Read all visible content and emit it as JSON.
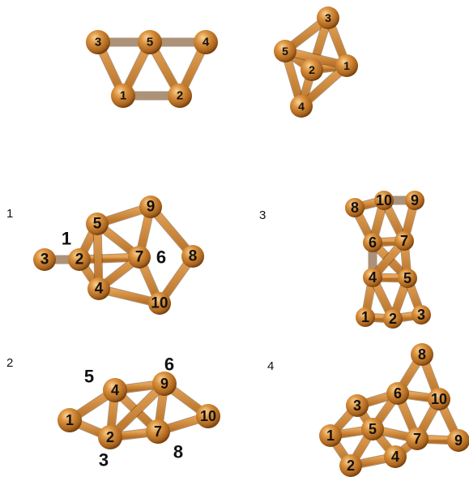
{
  "colors": {
    "atom_light": "#f6c27a",
    "atom_mid": "#cf8530",
    "atom_dark": "#7a4510",
    "bond": "#c8842f"
  },
  "panel_labels": [
    {
      "id": "p1",
      "text": "1"
    },
    {
      "id": "p3",
      "text": "3"
    },
    {
      "id": "p2",
      "text": "2"
    },
    {
      "id": "p4",
      "text": "4"
    }
  ],
  "clusters": [
    {
      "id": "top-left",
      "atoms": [
        {
          "label": "3"
        },
        {
          "label": "5"
        },
        {
          "label": "4"
        },
        {
          "label": "1"
        },
        {
          "label": "2"
        }
      ],
      "bonds": [
        [
          "3",
          "5"
        ],
        [
          "5",
          "4"
        ],
        [
          "3",
          "1"
        ],
        [
          "1",
          "5"
        ],
        [
          "5",
          "2"
        ],
        [
          "4",
          "2"
        ],
        [
          "1",
          "2"
        ]
      ]
    },
    {
      "id": "top-right",
      "atoms": [
        {
          "label": "3"
        },
        {
          "label": "5"
        },
        {
          "label": "2"
        },
        {
          "label": "1"
        },
        {
          "label": "4"
        }
      ],
      "bonds": [
        [
          "3",
          "5"
        ],
        [
          "3",
          "2"
        ],
        [
          "3",
          "1"
        ],
        [
          "5",
          "2"
        ],
        [
          "2",
          "1"
        ],
        [
          "5",
          "4"
        ],
        [
          "2",
          "4"
        ],
        [
          "1",
          "4"
        ],
        [
          "5",
          "1"
        ]
      ]
    },
    {
      "id": "cluster-1",
      "side_labels": [
        "1",
        "6"
      ],
      "atoms": [
        {
          "label": "3"
        },
        {
          "label": "2"
        },
        {
          "label": "5"
        },
        {
          "label": "4"
        },
        {
          "label": "7"
        },
        {
          "label": "9"
        },
        {
          "label": "8"
        },
        {
          "label": "10"
        }
      ],
      "bonds": [
        [
          "3",
          "2"
        ],
        [
          "2",
          "5"
        ],
        [
          "2",
          "4"
        ],
        [
          "2",
          "7"
        ],
        [
          "5",
          "4"
        ],
        [
          "5",
          "9"
        ],
        [
          "5",
          "7"
        ],
        [
          "4",
          "7"
        ],
        [
          "4",
          "10"
        ],
        [
          "7",
          "9"
        ],
        [
          "7",
          "10"
        ],
        [
          "9",
          "8"
        ],
        [
          "8",
          "10"
        ]
      ]
    },
    {
      "id": "cluster-3",
      "atoms": [
        {
          "label": "8"
        },
        {
          "label": "10"
        },
        {
          "label": "9"
        },
        {
          "label": "6"
        },
        {
          "label": "7"
        },
        {
          "label": "4"
        },
        {
          "label": "5"
        },
        {
          "label": "1"
        },
        {
          "label": "2"
        },
        {
          "label": "3"
        }
      ],
      "bonds": [
        [
          "8",
          "10"
        ],
        [
          "10",
          "9"
        ],
        [
          "8",
          "6"
        ],
        [
          "10",
          "6"
        ],
        [
          "10",
          "7"
        ],
        [
          "9",
          "7"
        ],
        [
          "6",
          "7"
        ],
        [
          "6",
          "4"
        ],
        [
          "6",
          "5"
        ],
        [
          "7",
          "4"
        ],
        [
          "7",
          "5"
        ],
        [
          "4",
          "5"
        ],
        [
          "4",
          "1"
        ],
        [
          "4",
          "2"
        ],
        [
          "5",
          "2"
        ],
        [
          "5",
          "3"
        ],
        [
          "1",
          "2"
        ],
        [
          "2",
          "3"
        ]
      ]
    },
    {
      "id": "cluster-2",
      "side_labels": [
        "5",
        "6",
        "3",
        "8"
      ],
      "atoms": [
        {
          "label": "1"
        },
        {
          "label": "4"
        },
        {
          "label": "9"
        },
        {
          "label": "2"
        },
        {
          "label": "7"
        },
        {
          "label": "10"
        }
      ],
      "bonds": [
        [
          "1",
          "4"
        ],
        [
          "1",
          "2"
        ],
        [
          "4",
          "9"
        ],
        [
          "4",
          "2"
        ],
        [
          "4",
          "7"
        ],
        [
          "9",
          "2"
        ],
        [
          "9",
          "7"
        ],
        [
          "9",
          "10"
        ],
        [
          "2",
          "7"
        ],
        [
          "7",
          "10"
        ]
      ]
    },
    {
      "id": "cluster-4",
      "atoms": [
        {
          "label": "8"
        },
        {
          "label": "6"
        },
        {
          "label": "10"
        },
        {
          "label": "3"
        },
        {
          "label": "1"
        },
        {
          "label": "5"
        },
        {
          "label": "7"
        },
        {
          "label": "9"
        },
        {
          "label": "2"
        },
        {
          "label": "4"
        }
      ],
      "bonds": [
        [
          "8",
          "6"
        ],
        [
          "8",
          "10"
        ],
        [
          "6",
          "10"
        ],
        [
          "6",
          "3"
        ],
        [
          "6",
          "5"
        ],
        [
          "6",
          "7"
        ],
        [
          "3",
          "1"
        ],
        [
          "3",
          "5"
        ],
        [
          "1",
          "5"
        ],
        [
          "1",
          "2"
        ],
        [
          "5",
          "2"
        ],
        [
          "5",
          "4"
        ],
        [
          "5",
          "7"
        ],
        [
          "2",
          "4"
        ],
        [
          "4",
          "7"
        ],
        [
          "7",
          "10"
        ],
        [
          "7",
          "9"
        ],
        [
          "10",
          "9"
        ]
      ]
    }
  ]
}
